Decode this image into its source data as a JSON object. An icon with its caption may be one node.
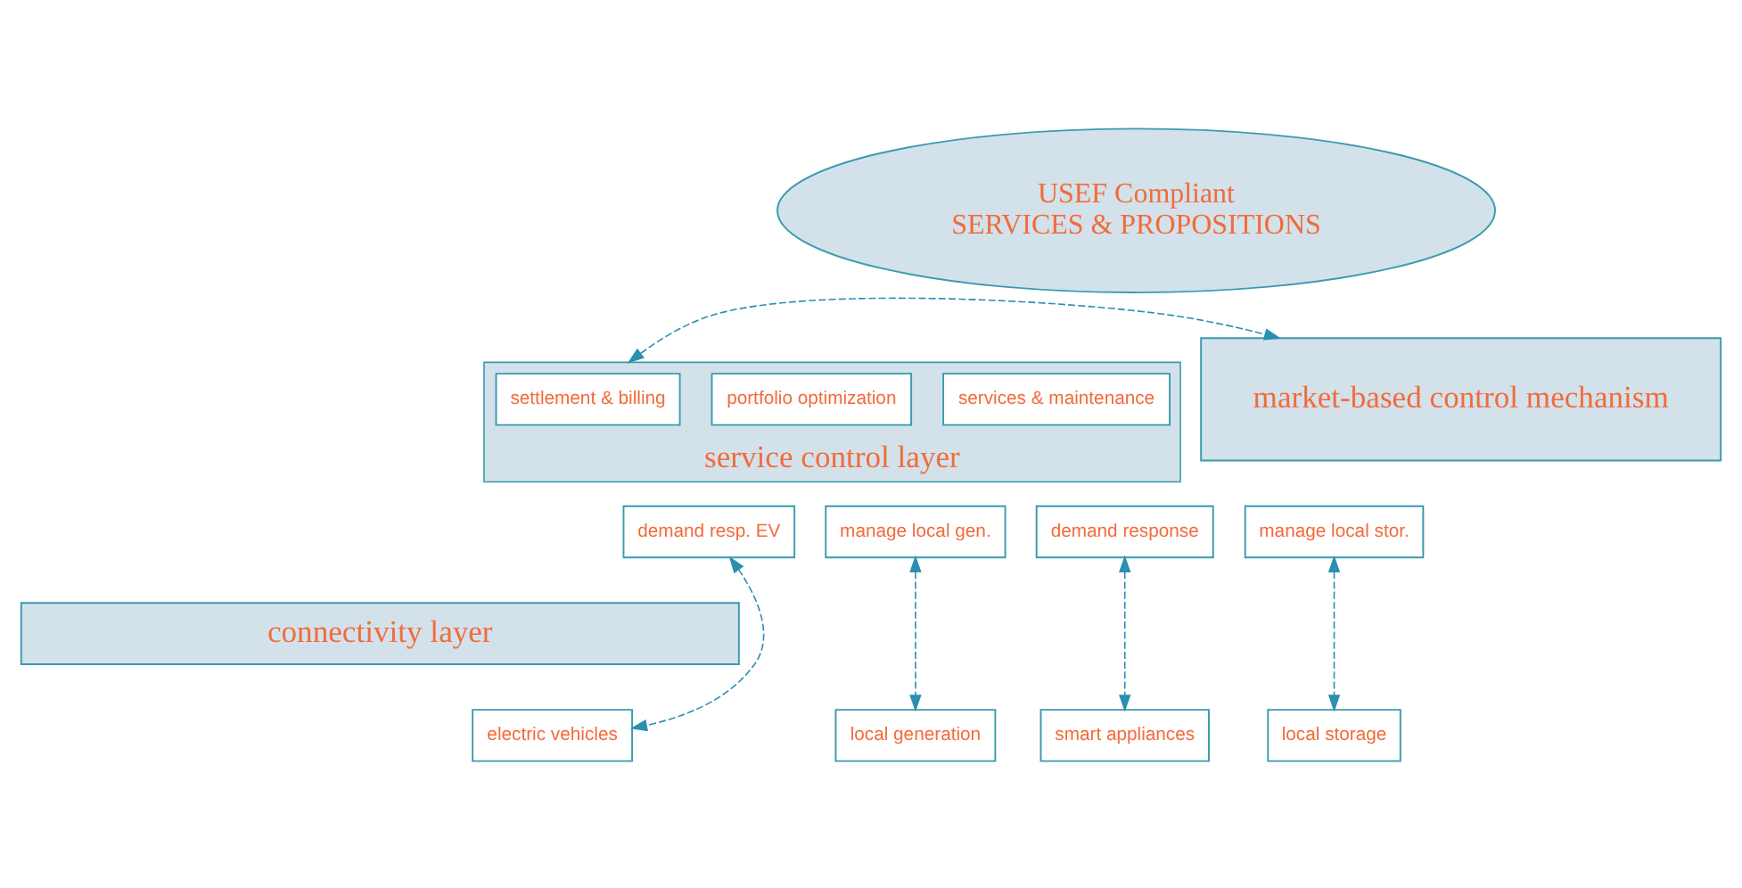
{
  "diagram": {
    "nodes": [
      {
        "text": [
          "USEF Compliant",
          "SERVICES & PROPOSITIONS"
        ]
      },
      {
        "text": [
          "service control layer"
        ]
      },
      {
        "text": [
          "services & maintenance"
        ],
        "in": 1
      },
      {
        "text": [
          "portfolio optimization"
        ],
        "in": 1
      },
      {
        "text": [
          "settlement & billing"
        ],
        "in": 1
      },
      {
        "text": [
          "market-based control mechanism"
        ]
      },
      {
        "text": [
          "demand response"
        ]
      },
      {
        "text": [
          "demand resp. EV"
        ]
      },
      {
        "text": [
          "manage local gen."
        ]
      },
      {
        "text": [
          "manage local stor."
        ]
      },
      {
        "text": [
          "connectivity layer"
        ]
      },
      {
        "text": [
          "smart appliances"
        ]
      },
      {
        "text": [
          "electric vehicles"
        ]
      },
      {
        "text": [
          "local generation"
        ]
      },
      {
        "text": [
          "local storage"
        ]
      }
    ],
    "edges": [
      {
        "from": 1,
        "to": 5,
        "arrow": "both",
        "style": "dashed"
      },
      {
        "from": 6,
        "to": 11,
        "arrow": "both",
        "style": "dashed"
      },
      {
        "from": 7,
        "to": 12,
        "arrow": "both",
        "style": "dashed"
      },
      {
        "from": 8,
        "to": 13,
        "arrow": "both",
        "style": "dashed"
      },
      {
        "from": 9,
        "to": 14,
        "arrow": "both",
        "style": "dashed"
      }
    ]
  }
}
